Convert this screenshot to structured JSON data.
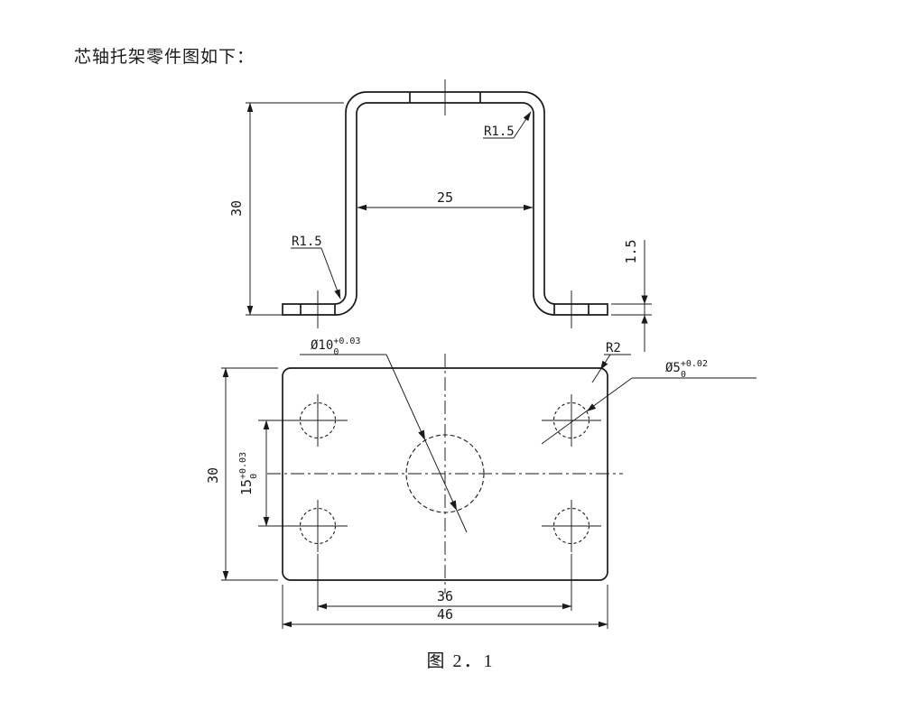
{
  "page": {
    "intro_text": "芯轴托架零件图如下：",
    "figure_caption": "图 2．1"
  },
  "colors": {
    "line": "#1a1a1a",
    "background": "#ffffff"
  },
  "section_view": {
    "dim_height": "30",
    "dim_inner_width": "25",
    "dim_thickness": "1.5",
    "radius_top_right": "R1.5",
    "radius_bottom_left": "R1.5"
  },
  "plan_view": {
    "dim_plate_height": "30",
    "dim_row_spacing": {
      "value": "15",
      "tol_upper": "+0.03",
      "tol_lower": "0"
    },
    "dim_hole_spacing": "36",
    "dim_plate_width": "46",
    "dim_center_hole": {
      "value": "Ø10",
      "tol_upper": "+0.03",
      "tol_lower": "0"
    },
    "dim_small_hole": {
      "value": "Ø5",
      "tol_upper": "+0.02",
      "tol_lower": "0"
    },
    "dim_corner_radius": "R2"
  }
}
